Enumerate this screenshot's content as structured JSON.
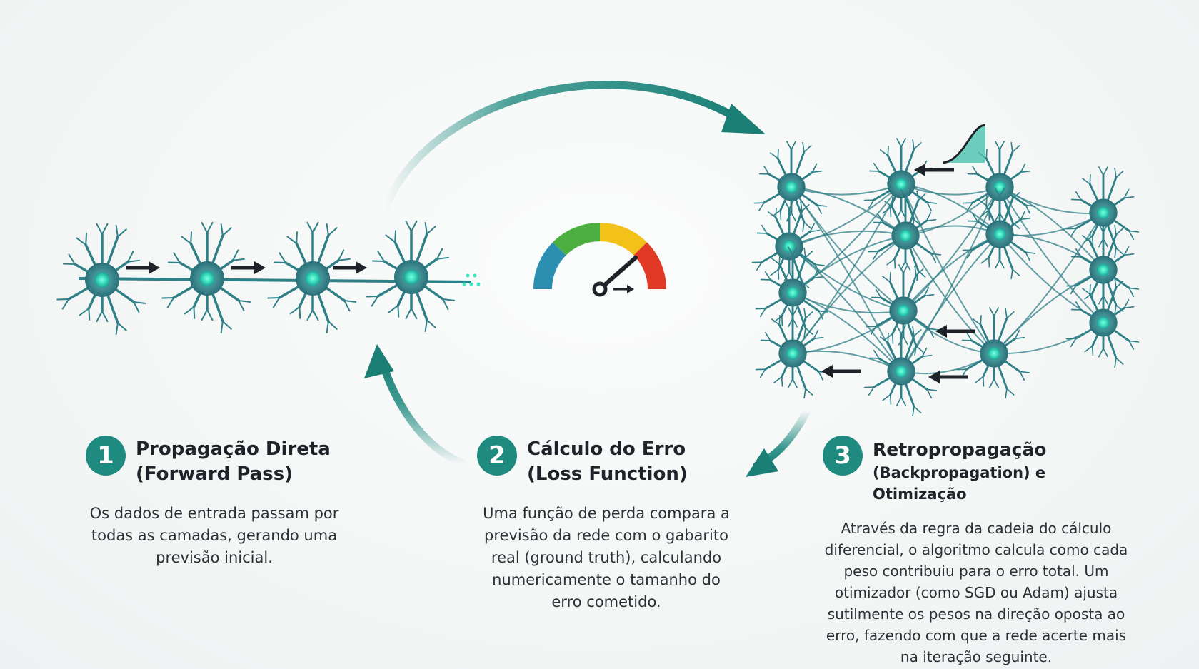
{
  "steps": [
    {
      "number": "1",
      "title_line1": "Propagação Direta",
      "title_line2": "(Forward Pass)",
      "description": [
        "Os dados de entrada passam por",
        "todas as camadas, gerando uma",
        "previsão inicial."
      ]
    },
    {
      "number": "2",
      "title_line1": "Cálculo do Erro",
      "title_line2": "(Loss Function)",
      "description": [
        "Uma função de perda compara a",
        "previsão da rede com o gabarito",
        "real (ground truth), calculando",
        "numericamente o tamanho do",
        "erro cometido."
      ]
    },
    {
      "number": "3",
      "title_line1": "Retropropagação",
      "title_line2": "(Backpropagation) e Otimização",
      "description": [
        "Através da regra da cadeia do cálculo",
        "diferencial, o algoritmo calcula como cada",
        "peso contribuiu para o erro total. Um",
        "otimizador (como SGD ou Adam) ajusta",
        "sutilmente os pesos na direção oposta ao",
        "erro, fazendo com que a rede acerte mais",
        "na iteração seguinte."
      ]
    }
  ],
  "colors": {
    "accent": "#1f8a80",
    "neuron": "#2f7f86",
    "neuron_core": "#3ff0c6",
    "gauge_blue": "#2a8fb0",
    "gauge_green": "#4caf3f",
    "gauge_yellow": "#f2c21b",
    "gauge_red": "#e03a26"
  }
}
